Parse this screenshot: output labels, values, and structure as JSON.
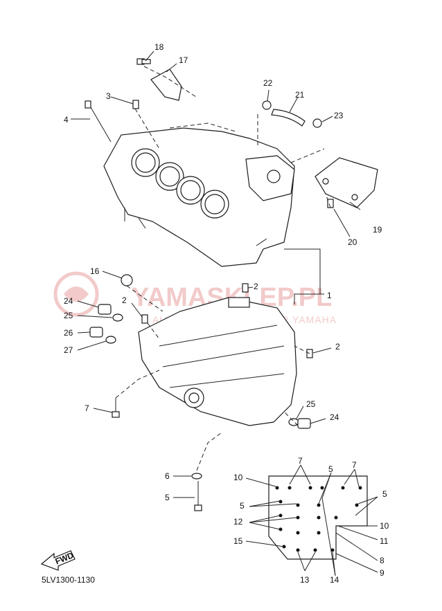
{
  "watermark": {
    "brand": "YAMASKLEP.PL",
    "tagline": "AUTORYZOWANY DEALER YAMAHA",
    "color": "#e8a0a0"
  },
  "footer": {
    "code": "5LV1300-1130",
    "fwd_label": "FWD"
  },
  "callouts": [
    {
      "id": "c18",
      "text": "18"
    },
    {
      "id": "c17",
      "text": "17"
    },
    {
      "id": "c3",
      "text": "3"
    },
    {
      "id": "c4",
      "text": "4"
    },
    {
      "id": "c22",
      "text": "22"
    },
    {
      "id": "c21",
      "text": "21"
    },
    {
      "id": "c23",
      "text": "23"
    },
    {
      "id": "c19",
      "text": "19"
    },
    {
      "id": "c20",
      "text": "20"
    },
    {
      "id": "c16",
      "text": "16"
    },
    {
      "id": "c2a",
      "text": "2"
    },
    {
      "id": "c1",
      "text": "1"
    },
    {
      "id": "c2b",
      "text": "2"
    },
    {
      "id": "c24a",
      "text": "24"
    },
    {
      "id": "c25a",
      "text": "25"
    },
    {
      "id": "c26",
      "text": "26"
    },
    {
      "id": "c27",
      "text": "27"
    },
    {
      "id": "c2c",
      "text": "2"
    },
    {
      "id": "c7a",
      "text": "7"
    },
    {
      "id": "c25b",
      "text": "25"
    },
    {
      "id": "c24b",
      "text": "24"
    },
    {
      "id": "c6",
      "text": "6"
    },
    {
      "id": "c5a",
      "text": "5"
    },
    {
      "id": "c7b",
      "text": "7"
    },
    {
      "id": "c5b",
      "text": "5"
    },
    {
      "id": "c7c",
      "text": "7"
    },
    {
      "id": "c10a",
      "text": "10"
    },
    {
      "id": "c5c",
      "text": "5"
    },
    {
      "id": "c5d",
      "text": "5"
    },
    {
      "id": "c12",
      "text": "12"
    },
    {
      "id": "c10b",
      "text": "10"
    },
    {
      "id": "c11",
      "text": "11"
    },
    {
      "id": "c15",
      "text": "15"
    },
    {
      "id": "c8",
      "text": "8"
    },
    {
      "id": "c13",
      "text": "13"
    },
    {
      "id": "c14",
      "text": "14"
    },
    {
      "id": "c9",
      "text": "9"
    }
  ]
}
